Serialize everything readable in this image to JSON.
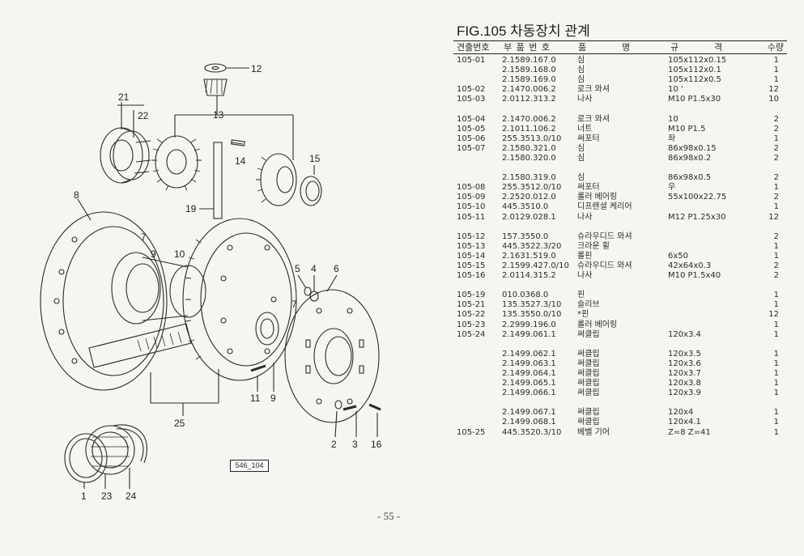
{
  "figure": {
    "title": "FIG.105 차동장치 관계",
    "code": "546_104",
    "page_number": "- 55 -"
  },
  "table": {
    "headers": {
      "fig_no": "견출번호",
      "part_no": "부 품 번 호",
      "name_a": "품",
      "name_b": "명",
      "spec_a": "규",
      "spec_b": "격",
      "qty": "수량"
    },
    "rows": [
      {
        "fig": "105-01",
        "part": "2.1589.167.0",
        "name": "심",
        "spec": "105x112x0.15",
        "qty": "1"
      },
      {
        "fig": "",
        "part": "2.1589.168.0",
        "name": "심",
        "spec": "105x112x0.1",
        "qty": "1"
      },
      {
        "fig": "",
        "part": "2.1589.169.0",
        "name": "심",
        "spec": "105x112x0.5",
        "qty": "1"
      },
      {
        "fig": "105-02",
        "part": "2.1470.006.2",
        "name": "로크 와셔",
        "spec": "10  '",
        "qty": "12"
      },
      {
        "fig": "105-03",
        "part": "2.0112.313.2",
        "name": "나사",
        "spec": "M10 P1.5x30",
        "qty": "10"
      },
      {
        "fig": "",
        "part": "",
        "name": "",
        "spec": "",
        "qty": ""
      },
      {
        "fig": "105-04",
        "part": "2.1470.006.2",
        "name": "로크 와셔",
        "spec": "10",
        "qty": "2"
      },
      {
        "fig": "105-05",
        "part": "2.1011.106.2",
        "name": "너트",
        "spec": "M10 P1.5",
        "qty": "2"
      },
      {
        "fig": "105-06",
        "part": "255.3513.0/10",
        "name": "써포터",
        "spec": "좌",
        "qty": "1"
      },
      {
        "fig": "105-07",
        "part": "2.1580.321.0",
        "name": "심",
        "spec": "86x98x0.15",
        "qty": "2"
      },
      {
        "fig": "",
        "part": "2.1580.320.0",
        "name": "심",
        "spec": "86x98x0.2",
        "qty": "2"
      },
      {
        "fig": "",
        "part": "",
        "name": "",
        "spec": "",
        "qty": ""
      },
      {
        "fig": "",
        "part": "2.1580.319.0",
        "name": "심",
        "spec": "86x98x0.5",
        "qty": "2"
      },
      {
        "fig": "105-08",
        "part": "255.3512.0/10",
        "name": "써포터",
        "spec": "우",
        "qty": "1"
      },
      {
        "fig": "105-09",
        "part": "2.2520.012.0",
        "name": "롤러 베어링",
        "spec": "55x100x22.75",
        "qty": "2"
      },
      {
        "fig": "105-10",
        "part": "445.3510.0",
        "name": "디프렌셜 케리어",
        "spec": "",
        "qty": "1"
      },
      {
        "fig": "105-11",
        "part": "2.0129.028.1",
        "name": "나사",
        "spec": "M12 P1.25x30",
        "qty": "12"
      },
      {
        "fig": "",
        "part": "",
        "name": "",
        "spec": "",
        "qty": ""
      },
      {
        "fig": "105-12",
        "part": "157.3550.0",
        "name": "슈라우디드 와셔",
        "spec": "",
        "qty": "2"
      },
      {
        "fig": "105-13",
        "part": "445.3522.3/20",
        "name": "크라운 휠",
        "spec": "",
        "qty": "1"
      },
      {
        "fig": "105-14",
        "part": "2.1631.519.0",
        "name": "롤핀",
        "spec": "6x50",
        "qty": "1"
      },
      {
        "fig": "105-15",
        "part": "2.1599.427.0/10",
        "name": "슈라우디드 와셔",
        "spec": "42x64x0.3",
        "qty": "2"
      },
      {
        "fig": "105-16",
        "part": "2.0114.315.2",
        "name": "나사",
        "spec": "M10 P1.5x40",
        "qty": "2"
      },
      {
        "fig": "",
        "part": "",
        "name": "",
        "spec": "",
        "qty": ""
      },
      {
        "fig": "105-19",
        "part": "010.0368.0",
        "name": "핀",
        "spec": "",
        "qty": "1"
      },
      {
        "fig": "105-21",
        "part": "135.3527.3/10",
        "name": "슬리브",
        "spec": "",
        "qty": "1"
      },
      {
        "fig": "105-22",
        "part": "135.3550.0/10",
        "name": "*핀",
        "spec": "",
        "qty": "12"
      },
      {
        "fig": "105-23",
        "part": "2.2999.196.0",
        "name": "롤러 베어링",
        "spec": "",
        "qty": "1"
      },
      {
        "fig": "105-24",
        "part": "2.1499.061.1",
        "name": "써클립",
        "spec": "120x3.4",
        "qty": "1"
      },
      {
        "fig": "",
        "part": "",
        "name": "",
        "spec": "",
        "qty": ""
      },
      {
        "fig": "",
        "part": "2.1499.062.1",
        "name": "써클립",
        "spec": "120x3.5",
        "qty": "1"
      },
      {
        "fig": "",
        "part": "2.1499.063.1",
        "name": "써클립",
        "spec": "120x3.6",
        "qty": "1"
      },
      {
        "fig": "",
        "part": "2.1499.064.1",
        "name": "써클립",
        "spec": "120x3.7",
        "qty": "1"
      },
      {
        "fig": "",
        "part": "2.1499.065.1",
        "name": "써클립",
        "spec": "120x3.8",
        "qty": "1"
      },
      {
        "fig": "",
        "part": "2.1499.066.1",
        "name": "써클립",
        "spec": "120x3.9",
        "qty": "1"
      },
      {
        "fig": "",
        "part": "",
        "name": "",
        "spec": "",
        "qty": ""
      },
      {
        "fig": "",
        "part": "2.1499.067.1",
        "name": "써클립",
        "spec": "120x4",
        "qty": "1"
      },
      {
        "fig": "",
        "part": "2.1499.068.1",
        "name": "써클립",
        "spec": "120x4.1",
        "qty": "1"
      },
      {
        "fig": "105-25",
        "part": "445.3520.3/10",
        "name": "베벨 기어",
        "spec": "Z=8 Z=41",
        "qty": "1"
      }
    ]
  },
  "callouts": {
    "c12": "12",
    "c13": "13",
    "c21": "21",
    "c22": "22",
    "c15": "15",
    "c14": "14",
    "c8": "8",
    "c19": "19",
    "c7a": "7",
    "c9a": "9",
    "c10": "10",
    "c5": "5",
    "c4": "4",
    "c6": "6",
    "c7b": "7",
    "c11": "11",
    "c9b": "9",
    "c25": "25",
    "c2": "2",
    "c3": "3",
    "c16": "16",
    "c1": "1",
    "c23": "23",
    "c24": "24"
  }
}
